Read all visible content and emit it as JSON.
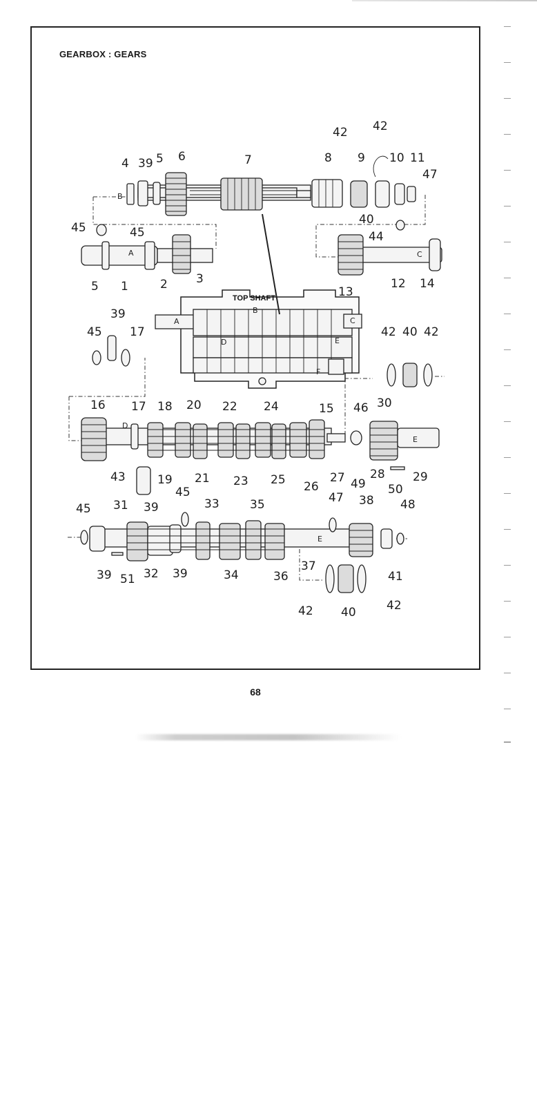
{
  "header": {
    "title": "GEARBOX : GEARS"
  },
  "footer": {
    "page_number": "68"
  },
  "diagram": {
    "inset_title": "TOP SHAFT",
    "section_letters": [
      "A",
      "B",
      "C",
      "D",
      "E",
      "F"
    ],
    "part_numbers": [
      "1",
      "2",
      "3",
      "4",
      "5",
      "6",
      "7",
      "8",
      "9",
      "10",
      "11",
      "12",
      "13",
      "14",
      "15",
      "16",
      "17",
      "18",
      "19",
      "20",
      "21",
      "22",
      "23",
      "24",
      "25",
      "26",
      "27",
      "28",
      "29",
      "30",
      "31",
      "32",
      "33",
      "34",
      "35",
      "36",
      "37",
      "38",
      "39",
      "40",
      "41",
      "42",
      "43",
      "44",
      "45",
      "46",
      "47",
      "48",
      "49",
      "50",
      "51"
    ]
  }
}
